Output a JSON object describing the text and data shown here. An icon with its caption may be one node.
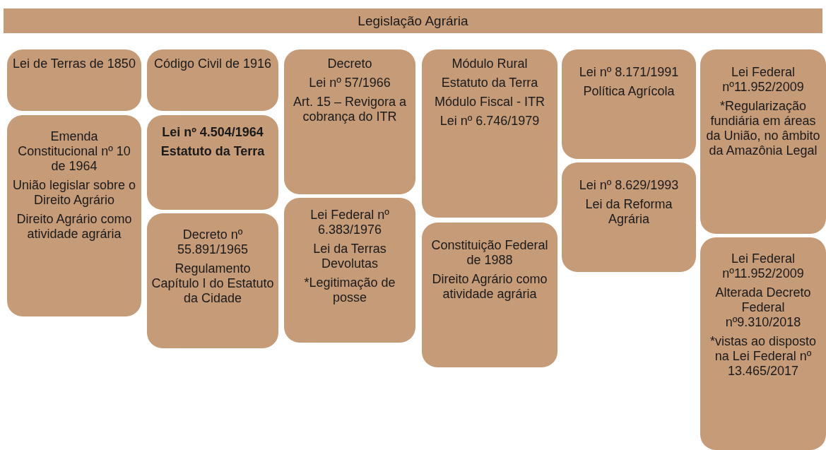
{
  "diagram": {
    "nodes": [
      {
        "text": [
          "Legislação Agrária"
        ]
      },
      {
        "text": [
          "Lei de Terras de 1850"
        ]
      },
      {
        "text": [
          "Emenda Constitucional nº 10 de 1964",
          "União legislar sobre o Direito Agrário",
          "Direito Agrário como atividade agrária"
        ]
      },
      {
        "text": [
          "Código Civil de 1916"
        ]
      },
      {
        "text": [
          "Lei nº 4.504/1964",
          "Estatuto da Terra"
        ]
      },
      {
        "text": [
          "Decreto nº 55.891/1965",
          "Regulamento Capítulo I do Estatuto da Cidade"
        ]
      },
      {
        "text": [
          "Decreto",
          "Lei nº 57/1966",
          "Art. 15 – Revigora a cobrança do ITR"
        ]
      },
      {
        "text": [
          "Lei Federal nº 6.383/1976",
          "Lei da Terras Devolutas",
          "*Legitimação de posse"
        ]
      },
      {
        "text": [
          "Módulo Rural",
          "Estatuto da Terra",
          "Módulo Fiscal - ITR",
          "Lei nº 6.746/1979"
        ]
      },
      {
        "text": [
          "Constituição Federal de 1988",
          "Direito Agrário como atividade agrária"
        ]
      },
      {
        "text": [
          "Lei nº 8.171/1991",
          "Política Agrícola"
        ]
      },
      {
        "text": [
          "Lei nº 8.629/1993",
          "Lei da Reforma Agrária"
        ]
      },
      {
        "text": [
          "Lei Federal nº11.952/2009",
          "*Regularização fundiária em áreas da União, no âmbito da Amazônia Legal"
        ]
      },
      {
        "text": [
          "Lei Federal nº11.952/2009",
          "Alterada Decreto Federal nº9.310/2018",
          "*vistas ao disposto na Lei Federal nº 13.465/2017"
        ]
      }
    ],
    "edges": []
  }
}
